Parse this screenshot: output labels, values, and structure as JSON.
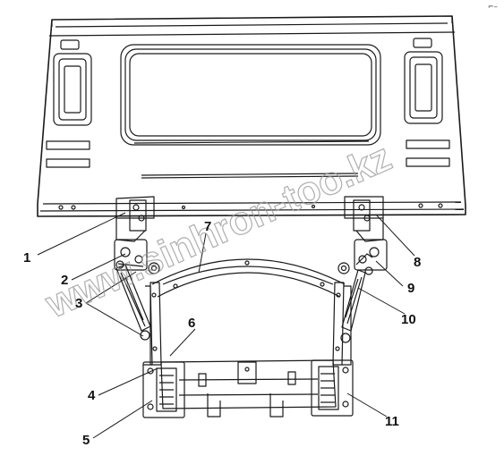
{
  "diagram": {
    "part_numbers": [
      "1",
      "2",
      "3",
      "4",
      "5",
      "6",
      "7",
      "8",
      "9",
      "10",
      "11"
    ],
    "watermark": "www.sinhron-too.kz",
    "corner_mark": "⌐–",
    "colors": {
      "line": "#1a1a1a",
      "background": "#ffffff",
      "watermark": "#9a9a9a"
    }
  }
}
